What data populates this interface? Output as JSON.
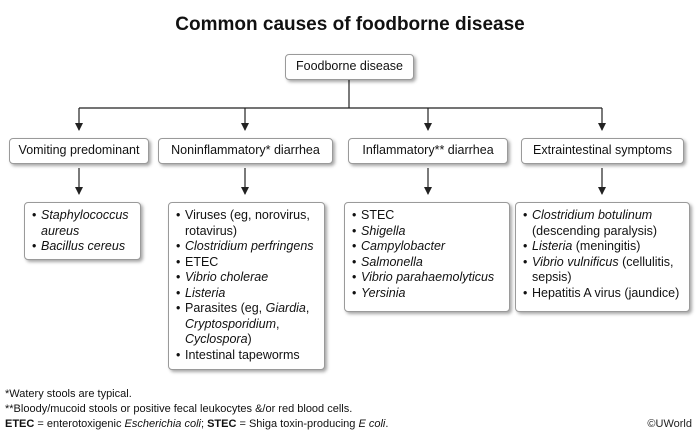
{
  "title": "Common causes of foodborne disease",
  "root": "Foodborne disease",
  "categories": [
    {
      "label": "Vomiting predominant",
      "items": [
        [
          {
            "t": "Staphylococcus aureus",
            "i": true
          }
        ],
        [
          {
            "t": "Bacillus cereus",
            "i": true
          }
        ]
      ]
    },
    {
      "label": "Noninflammatory* diarrhea",
      "items": [
        [
          {
            "t": "Viruses (eg, norovirus, rotavirus)",
            "i": false
          }
        ],
        [
          {
            "t": "Clostridium perfringens",
            "i": true
          }
        ],
        [
          {
            "t": "ETEC",
            "i": false
          }
        ],
        [
          {
            "t": "Vibrio cholerae",
            "i": true
          }
        ],
        [
          {
            "t": "Listeria",
            "i": true
          }
        ],
        [
          {
            "t": "Parasites (eg, ",
            "i": false
          },
          {
            "t": "Giardia",
            "i": true
          },
          {
            "t": ", ",
            "i": false
          },
          {
            "t": "Cryptosporidium",
            "i": true
          },
          {
            "t": ", ",
            "i": false
          },
          {
            "t": "Cyclospora",
            "i": true
          },
          {
            "t": ")",
            "i": false
          }
        ],
        [
          {
            "t": "Intestinal tapeworms",
            "i": false
          }
        ]
      ]
    },
    {
      "label": "Inflammatory** diarrhea",
      "items": [
        [
          {
            "t": "STEC",
            "i": false
          }
        ],
        [
          {
            "t": "Shigella",
            "i": true
          }
        ],
        [
          {
            "t": "Campylobacter",
            "i": true
          }
        ],
        [
          {
            "t": "Salmonella",
            "i": true
          }
        ],
        [
          {
            "t": "Vibrio parahaemolyticus",
            "i": true
          }
        ],
        [
          {
            "t": "Yersinia",
            "i": true
          }
        ]
      ]
    },
    {
      "label": "Extraintestinal symptoms",
      "items": [
        [
          {
            "t": "Clostridium botulinum",
            "i": true
          },
          {
            "t": " (descending paralysis)",
            "i": false
          }
        ],
        [
          {
            "t": "Listeria",
            "i": true
          },
          {
            "t": " (meningitis)",
            "i": false
          }
        ],
        [
          {
            "t": "Vibrio vulnificus",
            "i": true
          },
          {
            "t": " (cellulitis, sepsis)",
            "i": false
          }
        ],
        [
          {
            "t": "Hepatitis A virus (jaundice)",
            "i": false
          }
        ]
      ]
    }
  ],
  "footnotes": {
    "watery": "*Watery stools are typical.",
    "bloody": "**Bloody/mucoid stools or positive fecal leukocytes &/or red blood cells.",
    "abbrev": [
      {
        "t": "ETEC",
        "b": true,
        "i": false
      },
      {
        "t": " = enterotoxigenic ",
        "b": false,
        "i": false
      },
      {
        "t": "Escherichia coli",
        "b": false,
        "i": true
      },
      {
        "t": "; ",
        "b": false,
        "i": false
      },
      {
        "t": "STEC",
        "b": true,
        "i": false
      },
      {
        "t": " = Shiga toxin-producing ",
        "b": false,
        "i": false
      },
      {
        "t": "E coli",
        "b": false,
        "i": true
      },
      {
        "t": ".",
        "b": false,
        "i": false
      }
    ]
  },
  "copyright": "©UWorld"
}
